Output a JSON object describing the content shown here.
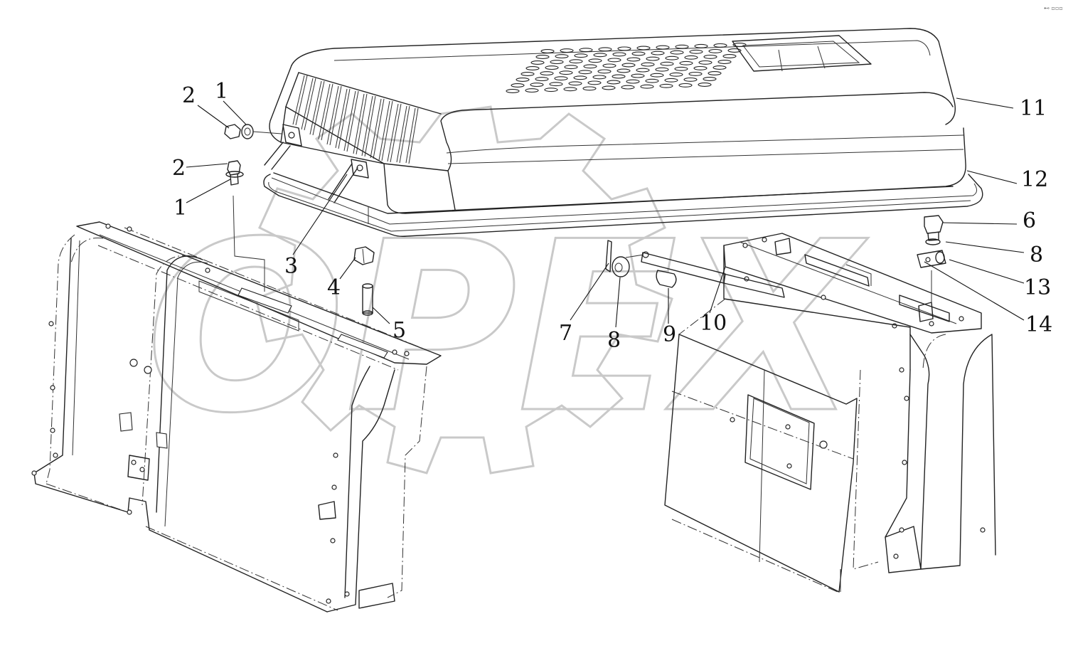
{
  "diagram": {
    "watermark_text": "OPEX",
    "corner_mark": "⊷ ▫▫▫",
    "callouts": [
      {
        "id": "c-2a",
        "label": "2"
      },
      {
        "id": "c-1a",
        "label": "1"
      },
      {
        "id": "c-2b",
        "label": "2"
      },
      {
        "id": "c-1b",
        "label": "1"
      },
      {
        "id": "c-3",
        "label": "3"
      },
      {
        "id": "c-4",
        "label": "4"
      },
      {
        "id": "c-5",
        "label": "5"
      },
      {
        "id": "c-7",
        "label": "7"
      },
      {
        "id": "c-8a",
        "label": "8"
      },
      {
        "id": "c-9",
        "label": "9"
      },
      {
        "id": "c-10",
        "label": "10"
      },
      {
        "id": "c-11",
        "label": "11"
      },
      {
        "id": "c-12",
        "label": "12"
      },
      {
        "id": "c-6",
        "label": "6"
      },
      {
        "id": "c-8b",
        "label": "8"
      },
      {
        "id": "c-13",
        "label": "13"
      },
      {
        "id": "c-14",
        "label": "14"
      }
    ],
    "colors": {
      "line": "#222222",
      "watermark": "#c9c9c9",
      "background": "#ffffff"
    }
  }
}
